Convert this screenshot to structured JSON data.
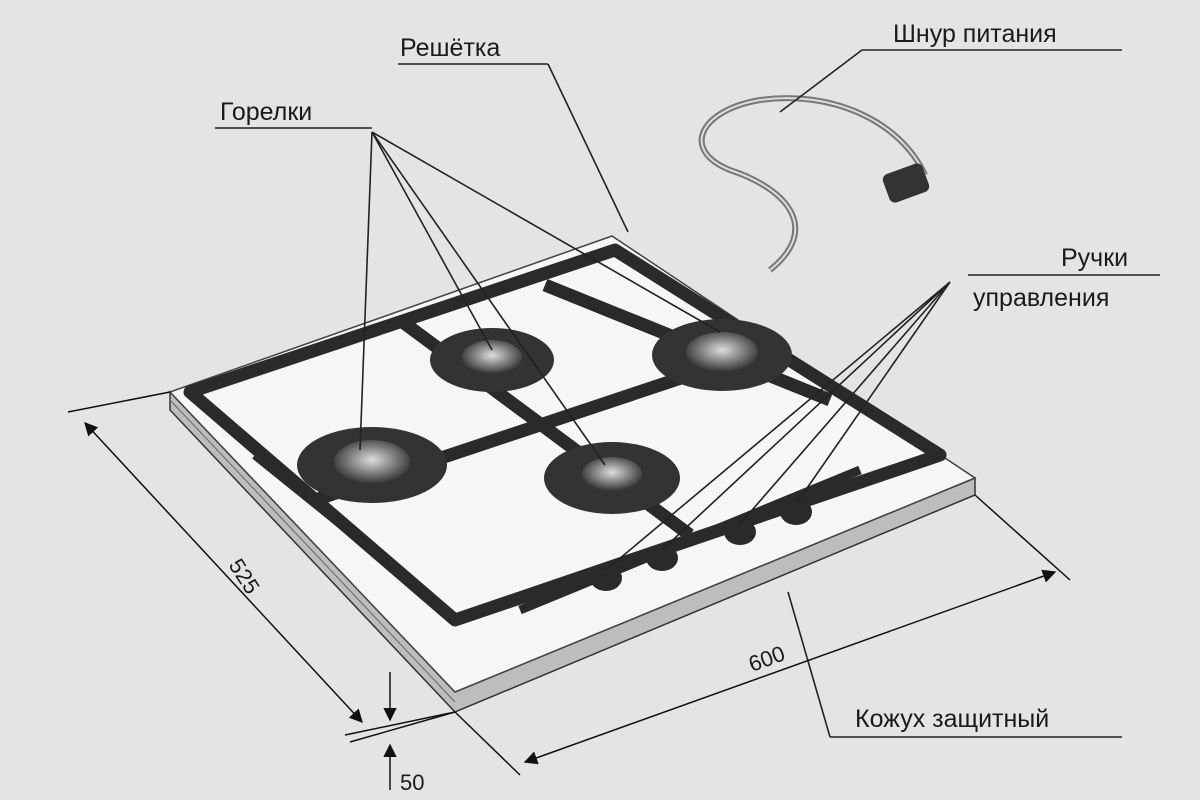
{
  "labels": {
    "grate": "Решётка",
    "power_cord": "Шнур питания",
    "burners": "Горелки",
    "control_knobs_line1": "Ручки",
    "control_knobs_line2": "управления",
    "protective_cover": "Кожух защитный"
  },
  "dimensions": {
    "depth": "525",
    "width": "600",
    "height": "50"
  },
  "colors": {
    "background": "#e4e4e4",
    "surface": "#f7f7f7",
    "grate": "#2a2a2a"
  }
}
